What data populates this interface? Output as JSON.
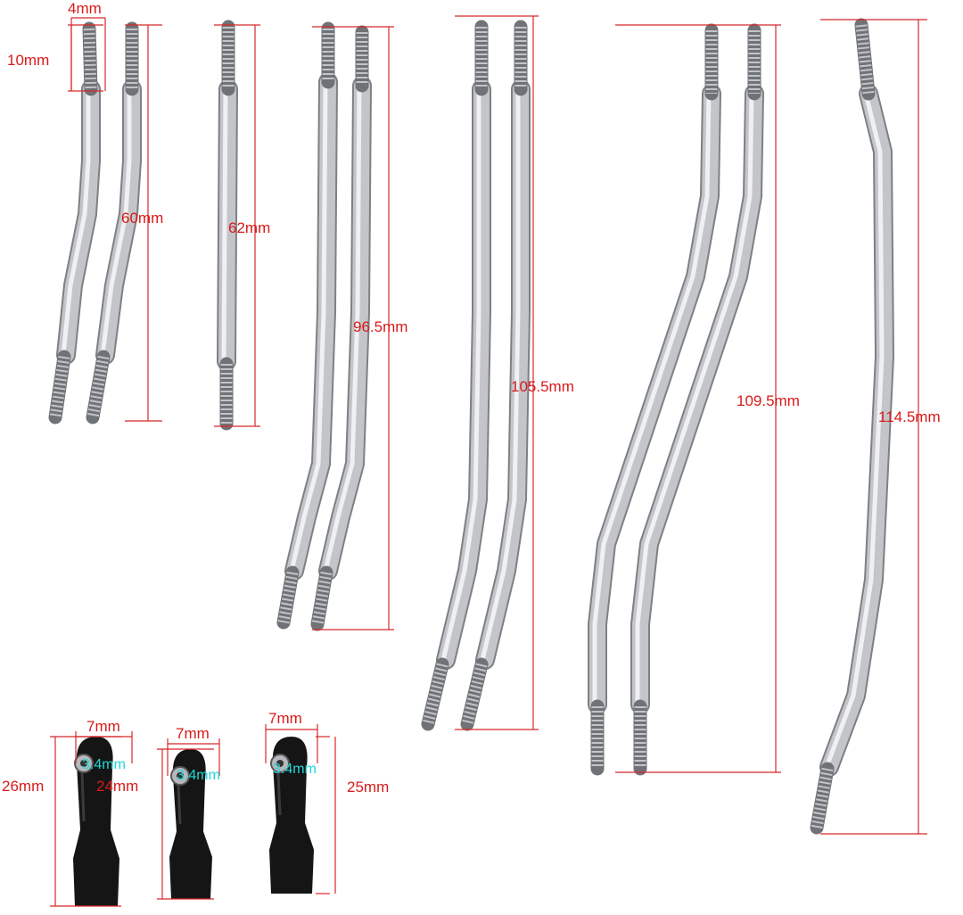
{
  "colors": {
    "background": "#ffffff",
    "dimension_line": "#d8282b",
    "dimension_text": "#d81a1a",
    "hole_text": "#1fd6d6",
    "rod_metal": "#c3c5c9",
    "rod_end": "#151515"
  },
  "rods": {
    "thread_width_label": "4mm",
    "thread_length_label": "10mm",
    "length_labels": [
      "60mm",
      "62mm",
      "96.5mm",
      "105.5mm",
      "109.5mm",
      "114.5mm"
    ]
  },
  "rod_ends": [
    {
      "width_label": "7mm",
      "hole_label": "3.4mm",
      "height_label": "26mm"
    },
    {
      "width_label": "7mm",
      "hole_label": "3.4mm",
      "height_label": "24mm"
    },
    {
      "width_label": "7mm",
      "hole_label": "3.4mm",
      "height_label": "25mm"
    }
  ]
}
